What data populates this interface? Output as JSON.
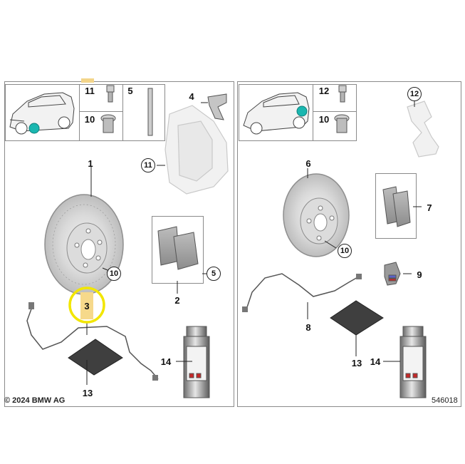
{
  "left_panel": {
    "labels": {
      "p1": "1",
      "p2": "2",
      "p3": "3",
      "p4": "4",
      "p5": "5",
      "p10a": "10",
      "p10b": "10",
      "p11a": "11",
      "p11b": "11",
      "p13": "13",
      "p14": "14",
      "p5c": "5"
    }
  },
  "right_panel": {
    "labels": {
      "p6": "6",
      "p7": "7",
      "p8": "8",
      "p9": "9",
      "p10a": "10",
      "p10b": "10",
      "p12a": "12",
      "p12b": "12",
      "p13": "13",
      "p14": "14"
    }
  },
  "footer": {
    "copyright": "© 2024 BMW AG",
    "diagram_number": "546018"
  },
  "colors": {
    "highlight_ring": "#f2e600",
    "highlight_fill": "#f6d98b",
    "location_dot": "#1ab7b0"
  }
}
